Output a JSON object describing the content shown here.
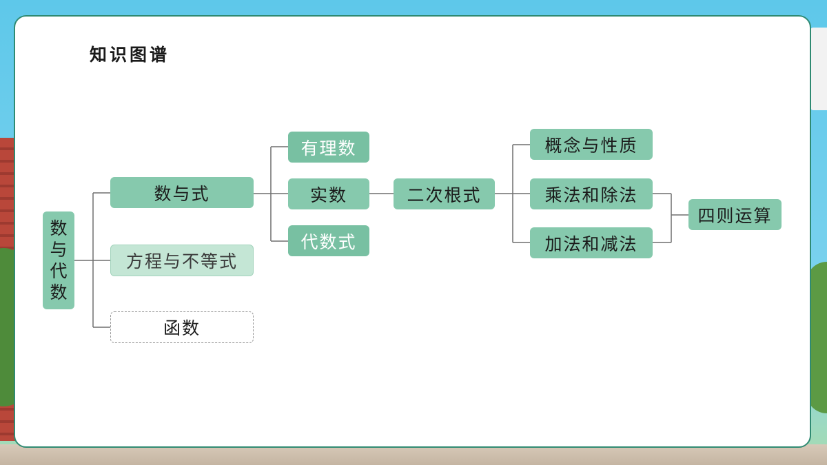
{
  "title": "知识图谱",
  "root": {
    "label": "数与代数",
    "chars": [
      "数",
      "与",
      "代",
      "数"
    ]
  },
  "level1": {
    "shu_yu_shi": "数与式",
    "fangcheng": "方程与不等式",
    "hanshu": "函数"
  },
  "level2": {
    "youlishu": "有理数",
    "shishu": "实数",
    "daishushi": "代数式"
  },
  "level3": {
    "ercigenshi": "二次根式"
  },
  "level4": {
    "gainian": "概念与性质",
    "chengfa": "乘法和除法",
    "jiafa": "加法和减法"
  },
  "level5": {
    "sizeyunsuan": "四则运算"
  },
  "colors": {
    "node": "#86c9ad",
    "node_dark": "#78c0a2",
    "node_light": "#c4e6d5",
    "card_border": "#2f8a72",
    "connector": "#6f6f6f"
  }
}
